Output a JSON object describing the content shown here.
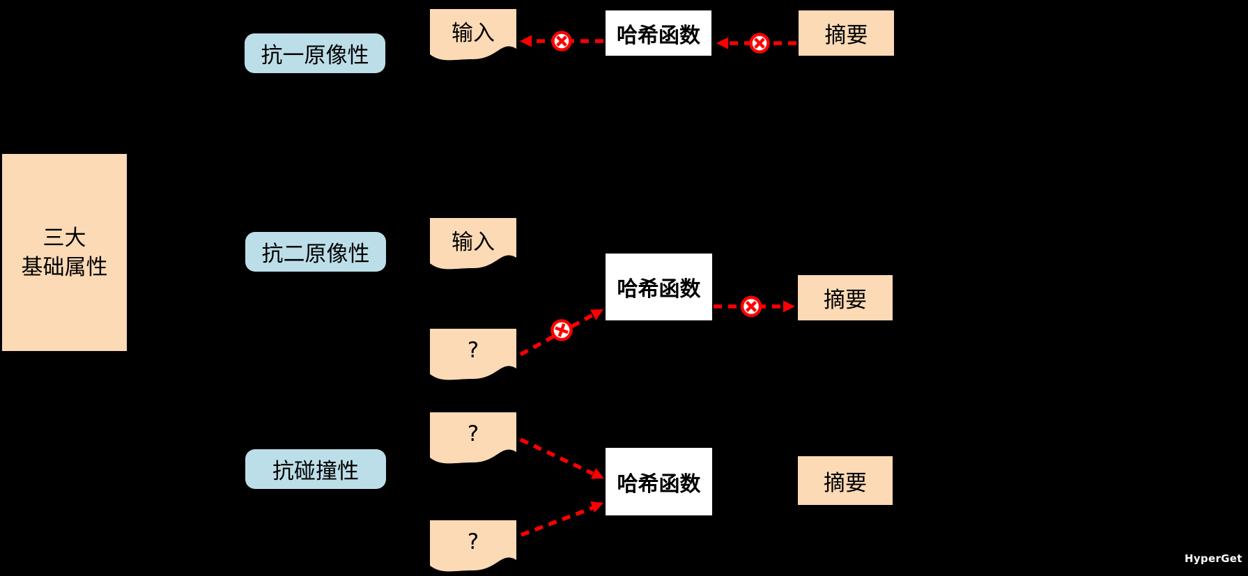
{
  "colors": {
    "background": "#000000",
    "node_peach": "#FBDAB5",
    "label_blue": "#BCDEE8",
    "hash_box_white": "#FFFFFF",
    "arrow_red": "#FF0000",
    "text_black": "#000000",
    "watermark_white": "#FFFFFF"
  },
  "root": {
    "line1": "三大",
    "line2": "基础属性"
  },
  "row1": {
    "property_label": "抗一原像性",
    "input_label": "输入",
    "hash_label": "哈希函数",
    "digest_label": "摘要"
  },
  "row2": {
    "property_label": "抗二原像性",
    "input_label": "输入",
    "unknown_label": "?",
    "hash_label": "哈希函数",
    "digest_label": "摘要"
  },
  "row3": {
    "property_label": "抗碰撞性",
    "unknown_top_label": "?",
    "unknown_bottom_label": "?",
    "hash_label": "哈希函数",
    "digest_label": "摘要"
  },
  "icons": {
    "blocked_icon": "crossed-circle-icon"
  },
  "watermark": {
    "text": "HyperGet"
  }
}
